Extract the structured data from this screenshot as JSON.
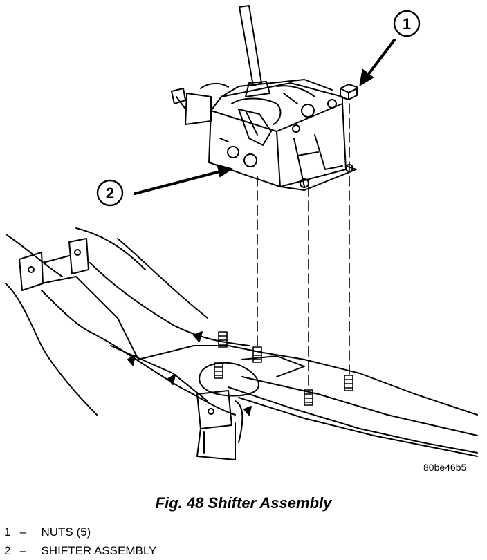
{
  "callouts": [
    {
      "number": "1"
    },
    {
      "number": "2"
    }
  ],
  "reference_code": "80be46b5",
  "caption": "Fig. 48 Shifter Assembly",
  "legend": [
    {
      "number": "1",
      "separator": "–",
      "label": "NUTS (5)"
    },
    {
      "number": "2",
      "separator": "–",
      "label": "SHIFTER ASSEMBLY"
    }
  ],
  "colors": {
    "ink": "#000000",
    "paper": "#ffffff"
  }
}
